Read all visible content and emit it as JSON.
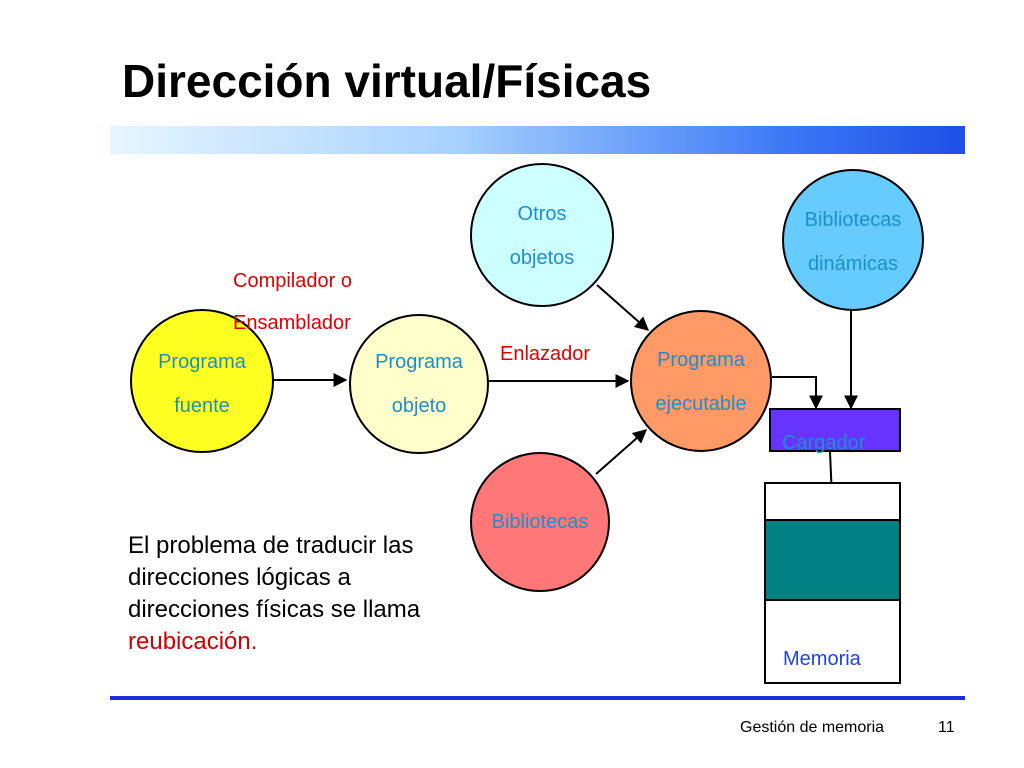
{
  "slide": {
    "title": "Dirección virtual/Físicas",
    "footer_text": "Gestión de memoria",
    "page_number": "11"
  },
  "nodes": {
    "programa_fuente": {
      "line1": "Programa",
      "line2": "fuente",
      "color": "#ffff22"
    },
    "programa_objeto": {
      "line1": "Programa",
      "line2": "objeto",
      "color": "#ffffcc"
    },
    "programa_ejecutable": {
      "line1": "Programa",
      "line2": "ejecutable",
      "color": "#ff9966"
    },
    "otros_objetos": {
      "line1": "Otros",
      "line2": "objetos",
      "color": "#ccffff"
    },
    "bibliotecas_dinamicas": {
      "line1": "Bibliotecas",
      "line2": "dinámicas",
      "color": "#66ccff"
    },
    "bibliotecas": {
      "line1": "Bibliotecas",
      "color": "#ff7777"
    }
  },
  "labels": {
    "compilador_line1": "Compilador o",
    "compilador_line2": "Ensamblador",
    "enlazador": "Enlazador",
    "cargador": "Cargador",
    "memoria": "Memoria"
  },
  "colors": {
    "cargador_box": "#6633ff",
    "memory_block": "#008080",
    "title_bar_end": "#1f4fe6",
    "footer_rule": "#1f2be0"
  },
  "body": {
    "text": "El problema de traducir las direcciones lógicas a direcciones físicas se llama",
    "highlight": "reubicación."
  }
}
